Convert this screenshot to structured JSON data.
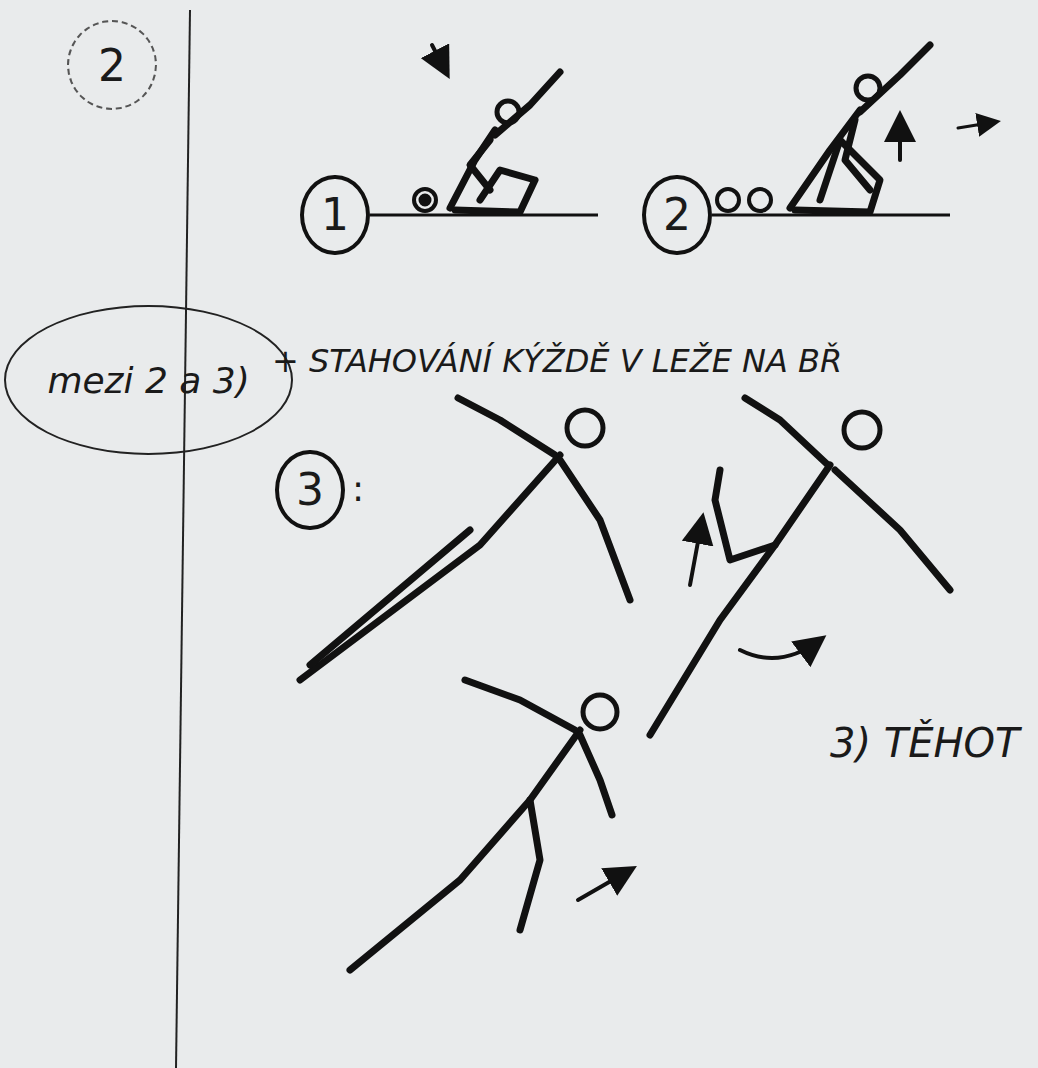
{
  "diagram": {
    "nodes": [
      {
        "text": [
          "2"
        ]
      },
      {
        "text": [
          "1"
        ]
      },
      {
        "text": [
          "2"
        ]
      },
      {
        "text": [
          "mezi 2 a 3)"
        ]
      },
      {
        "text": [
          "3"
        ]
      }
    ],
    "labels": [
      "+ STAHOVÁNÍ KÝŽDĚ V LEŽE NA BŘ",
      ":",
      "3) TĚHOT"
    ]
  }
}
